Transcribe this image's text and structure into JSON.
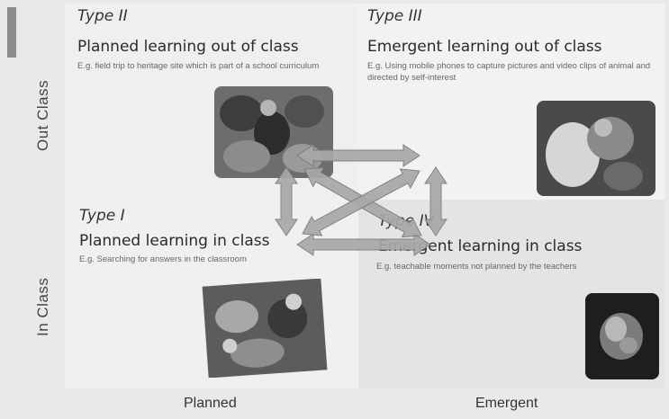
{
  "axes": {
    "y_top": "Out Class",
    "y_bottom": "In Class",
    "x_left": "Planned",
    "x_right": "Emergent"
  },
  "quadrants": {
    "type2": {
      "type": "Type II",
      "heading": "Planned learning out of class",
      "example": "E.g. field trip to heritage site which is part of a school curriculum"
    },
    "type3": {
      "type": "Type III",
      "heading": "Emergent learning out of class",
      "example": "E.g. Using mobile phones to capture pictures and video clips of animal and directed by self-interest"
    },
    "type1": {
      "type": "Type I",
      "heading": "Planned learning in class",
      "example": "E.g. Searching for answers in the classroom"
    },
    "type4": {
      "type": "Type IV",
      "heading": "Emergent learning in class",
      "example": "E.g. teachable moments not planned by the teachers"
    }
  },
  "colors": {
    "arrow_fill": "#a8a8a8",
    "arrow_stroke": "#7a7a7a"
  }
}
